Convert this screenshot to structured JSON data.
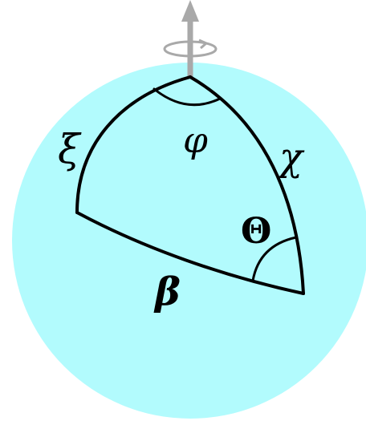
{
  "colors": {
    "sphere_fill": "#b2fbfd",
    "outline": "#000000",
    "axis_arrow": "#a9a9a9"
  },
  "icons": {
    "axis": "up-arrow-icon",
    "rotation": "rotation-arrow-icon"
  },
  "labels": {
    "side_left": "ξ",
    "side_right": "χ",
    "side_bottom": "β",
    "angle_top": "φ",
    "angle_right": "Θ"
  }
}
